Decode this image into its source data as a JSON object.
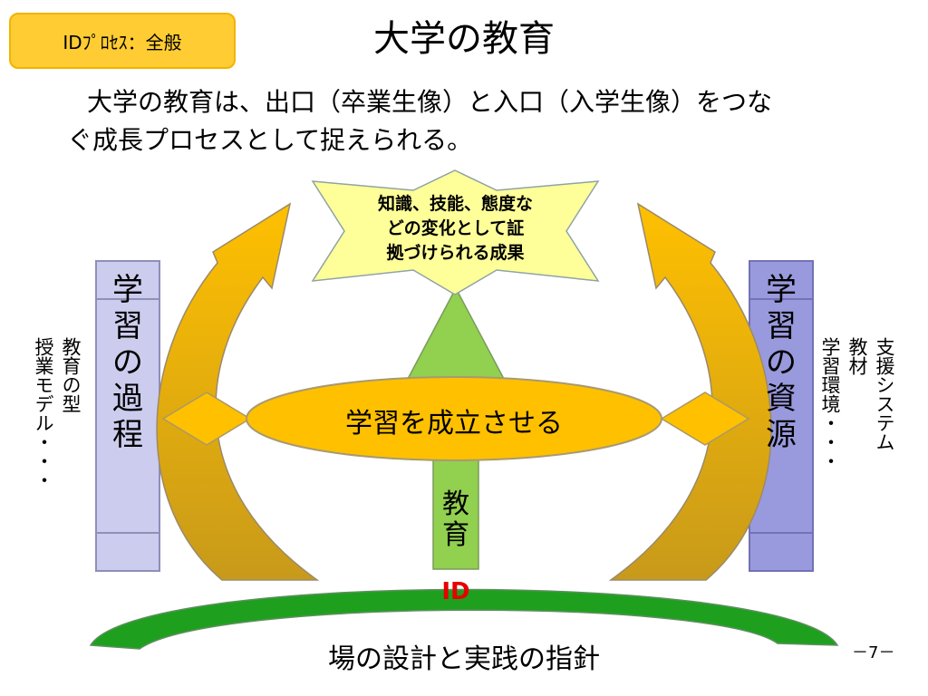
{
  "header": {
    "tag_label": "IDﾌﾟﾛｾｽ：全般",
    "title": "大学の教育"
  },
  "intro": {
    "line1": "大学の教育は、出口（卒業生像）と入口（入学生像）をつな",
    "line2": "ぐ成長プロセスとして捉えられる。"
  },
  "diagram": {
    "outcome_star": {
      "line1": "知識、技能、態度な",
      "line2": "どの変化として証",
      "line3": "拠づけられる成果"
    },
    "center_ellipse": "学習を成立させる",
    "education_arrow": "教育",
    "id_label": "ID",
    "left_column": "学習の過程",
    "left_notes": {
      "col1": "教育の型",
      "col2": "授業モデル・・・"
    },
    "right_column": "学習の資源",
    "right_notes": {
      "col1": "支援システム",
      "col2": "教材",
      "col3": "学習環境・・・"
    },
    "footer_label": "場の設計と実践の指針",
    "colors": {
      "tag": "#ffcc33",
      "star": "#ffff99",
      "ellipse": "#ffc000",
      "green_arrow": "#92d050",
      "green_arc": "#1ea01e",
      "left_column": "#ccccee",
      "right_column": "#9999dd",
      "id_text": "#e60000"
    }
  },
  "page_number": "－7－"
}
